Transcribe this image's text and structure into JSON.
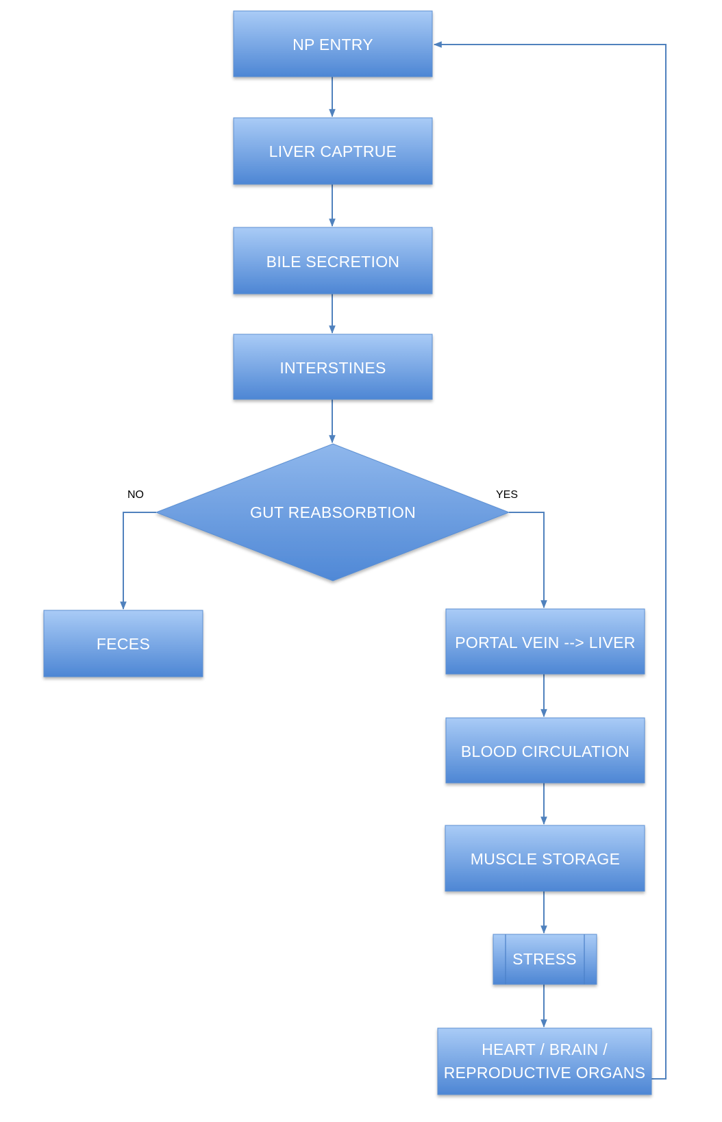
{
  "colors": {
    "box_top": "#a6c8f4",
    "box_bottom": "#4f88d6",
    "box_border": "#4a7fc8",
    "connector": "#4f81bd",
    "label_text": "#ffffff"
  },
  "nodes": {
    "np_entry": "NP  ENTRY",
    "liver_capture": "LIVER  CAPTRUE",
    "bile_secretion": "BILE  SECRETION",
    "intestines": "INTERSTINES",
    "gut_reabsorption": "GUT REABSORBTION",
    "feces": "FECES",
    "portal_vein": "PORTAL  VEIN --> LIVER",
    "blood_circulation": "BLOOD  CIRCULATION",
    "muscle_storage": "MUSCLE  STORAGE",
    "stress": "STRESS",
    "organs_line1": "HEART / BRAIN /",
    "organs_line2": "REPRODUCTIVE  ORGANS"
  },
  "branches": {
    "no": "NO",
    "yes": "YES"
  }
}
